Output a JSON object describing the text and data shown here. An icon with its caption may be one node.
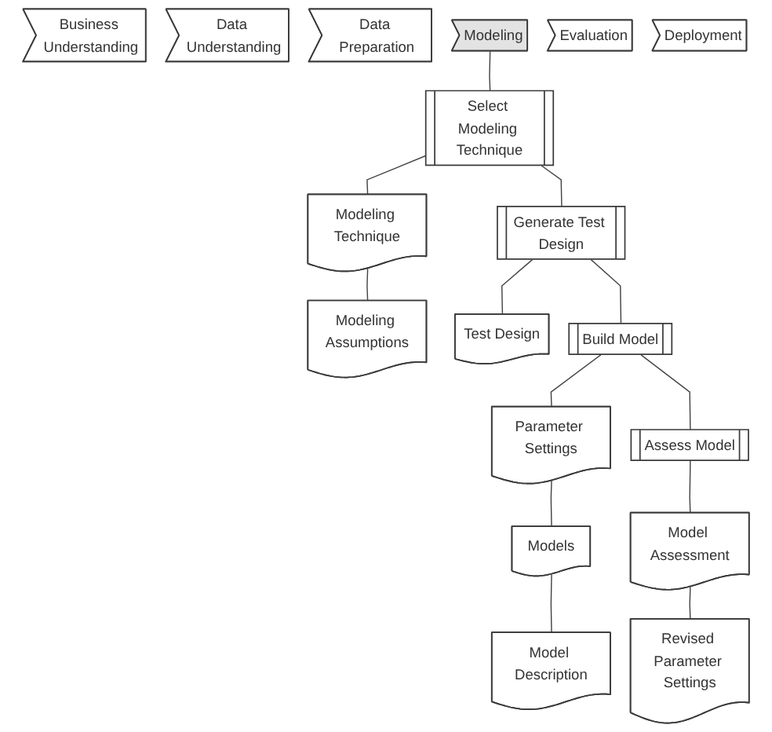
{
  "diagram": {
    "nodes": [
      {
        "text": [
          "Business Understanding"
        ]
      },
      {
        "text": [
          "Data Understanding"
        ]
      },
      {
        "text": [
          "Data Preparation"
        ]
      },
      {
        "text": [
          "Modeling"
        ]
      },
      {
        "text": [
          "Evaluation"
        ]
      },
      {
        "text": [
          "Deployment"
        ]
      },
      {
        "text": [
          "Select Modeling Technique"
        ]
      },
      {
        "text": [
          "Modeling Technique"
        ]
      },
      {
        "text": [
          "Modeling Assumptions"
        ]
      },
      {
        "text": [
          "Generate Test Design"
        ]
      },
      {
        "text": [
          "Test Design"
        ]
      },
      {
        "text": [
          "Build Model"
        ]
      },
      {
        "text": [
          "Parameter Settings"
        ]
      },
      {
        "text": [
          "Models"
        ]
      },
      {
        "text": [
          "Model Description"
        ]
      },
      {
        "text": [
          "Assess Model"
        ]
      },
      {
        "text": [
          "Model Assessment"
        ]
      },
      {
        "text": [
          "Revised Parameter Settings"
        ]
      }
    ],
    "edges": [
      {
        "from": 3,
        "to": 6,
        "arrow": "none"
      },
      {
        "from": 6,
        "to": 7,
        "arrow": "none"
      },
      {
        "from": 7,
        "to": 8,
        "arrow": "none"
      },
      {
        "from": 6,
        "to": 9,
        "arrow": "none"
      },
      {
        "from": 9,
        "to": 10,
        "arrow": "none"
      },
      {
        "from": 9,
        "to": 11,
        "arrow": "none"
      },
      {
        "from": 11,
        "to": 12,
        "arrow": "none"
      },
      {
        "from": 12,
        "to": 13,
        "arrow": "none"
      },
      {
        "from": 13,
        "to": 14,
        "arrow": "none"
      },
      {
        "from": 11,
        "to": 15,
        "arrow": "none"
      },
      {
        "from": 15,
        "to": 16,
        "arrow": "none"
      },
      {
        "from": 16,
        "to": 17,
        "arrow": "none"
      }
    ]
  }
}
